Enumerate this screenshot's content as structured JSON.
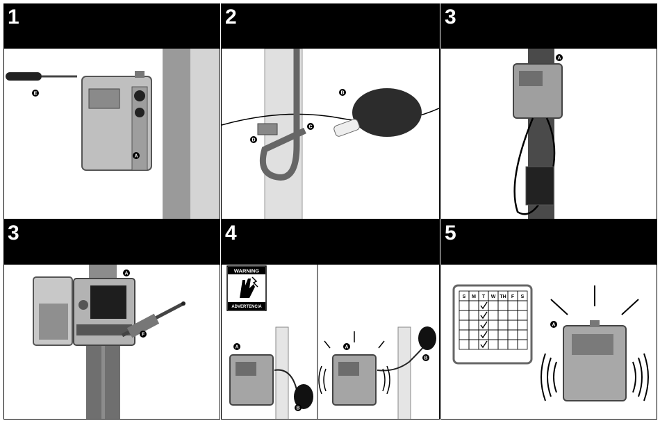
{
  "panels": [
    {
      "step": "1",
      "callouts": [
        "E",
        "A"
      ]
    },
    {
      "step": "2",
      "callouts": [
        "B",
        "C",
        "D"
      ]
    },
    {
      "step": "3",
      "callouts": [
        "A"
      ]
    },
    {
      "step": "3",
      "callouts": [
        "A",
        "F"
      ]
    },
    {
      "step": "4",
      "callouts": [
        "A",
        "B",
        "A",
        "B"
      ]
    },
    {
      "step": "5",
      "callouts": [
        "A"
      ]
    }
  ],
  "warning_sign": {
    "title": "WARNING",
    "subtitle": "ADVERTENCIA"
  },
  "calendar": {
    "days": [
      "S",
      "M",
      "T",
      "W",
      "TH",
      "F",
      "S"
    ],
    "checked_column": "T",
    "checked_rows": 5
  }
}
